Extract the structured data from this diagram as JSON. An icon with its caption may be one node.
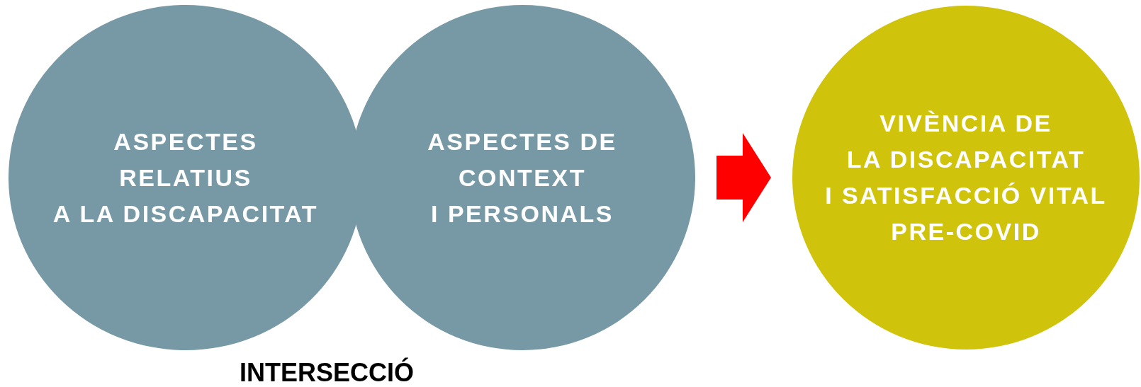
{
  "diagram": {
    "nodes": [
      {
        "text": [
          "ASPECTES RELATIUS A LA DISCAPACITAT"
        ]
      },
      {
        "text": [
          "ASPECTES DE CONTEXT I PERSONALS"
        ]
      },
      {
        "text": [
          "VIVÈNCIA DE LA DISCAPACITAT I SATISFACCIÓ VITAL PRE-COVID"
        ]
      }
    ],
    "edges": [
      {
        "from": 1,
        "to": 2,
        "arrow": "to",
        "style": "thick",
        "color": "#ff0000"
      }
    ],
    "labels": [
      "INTERSECCIÓ"
    ]
  }
}
